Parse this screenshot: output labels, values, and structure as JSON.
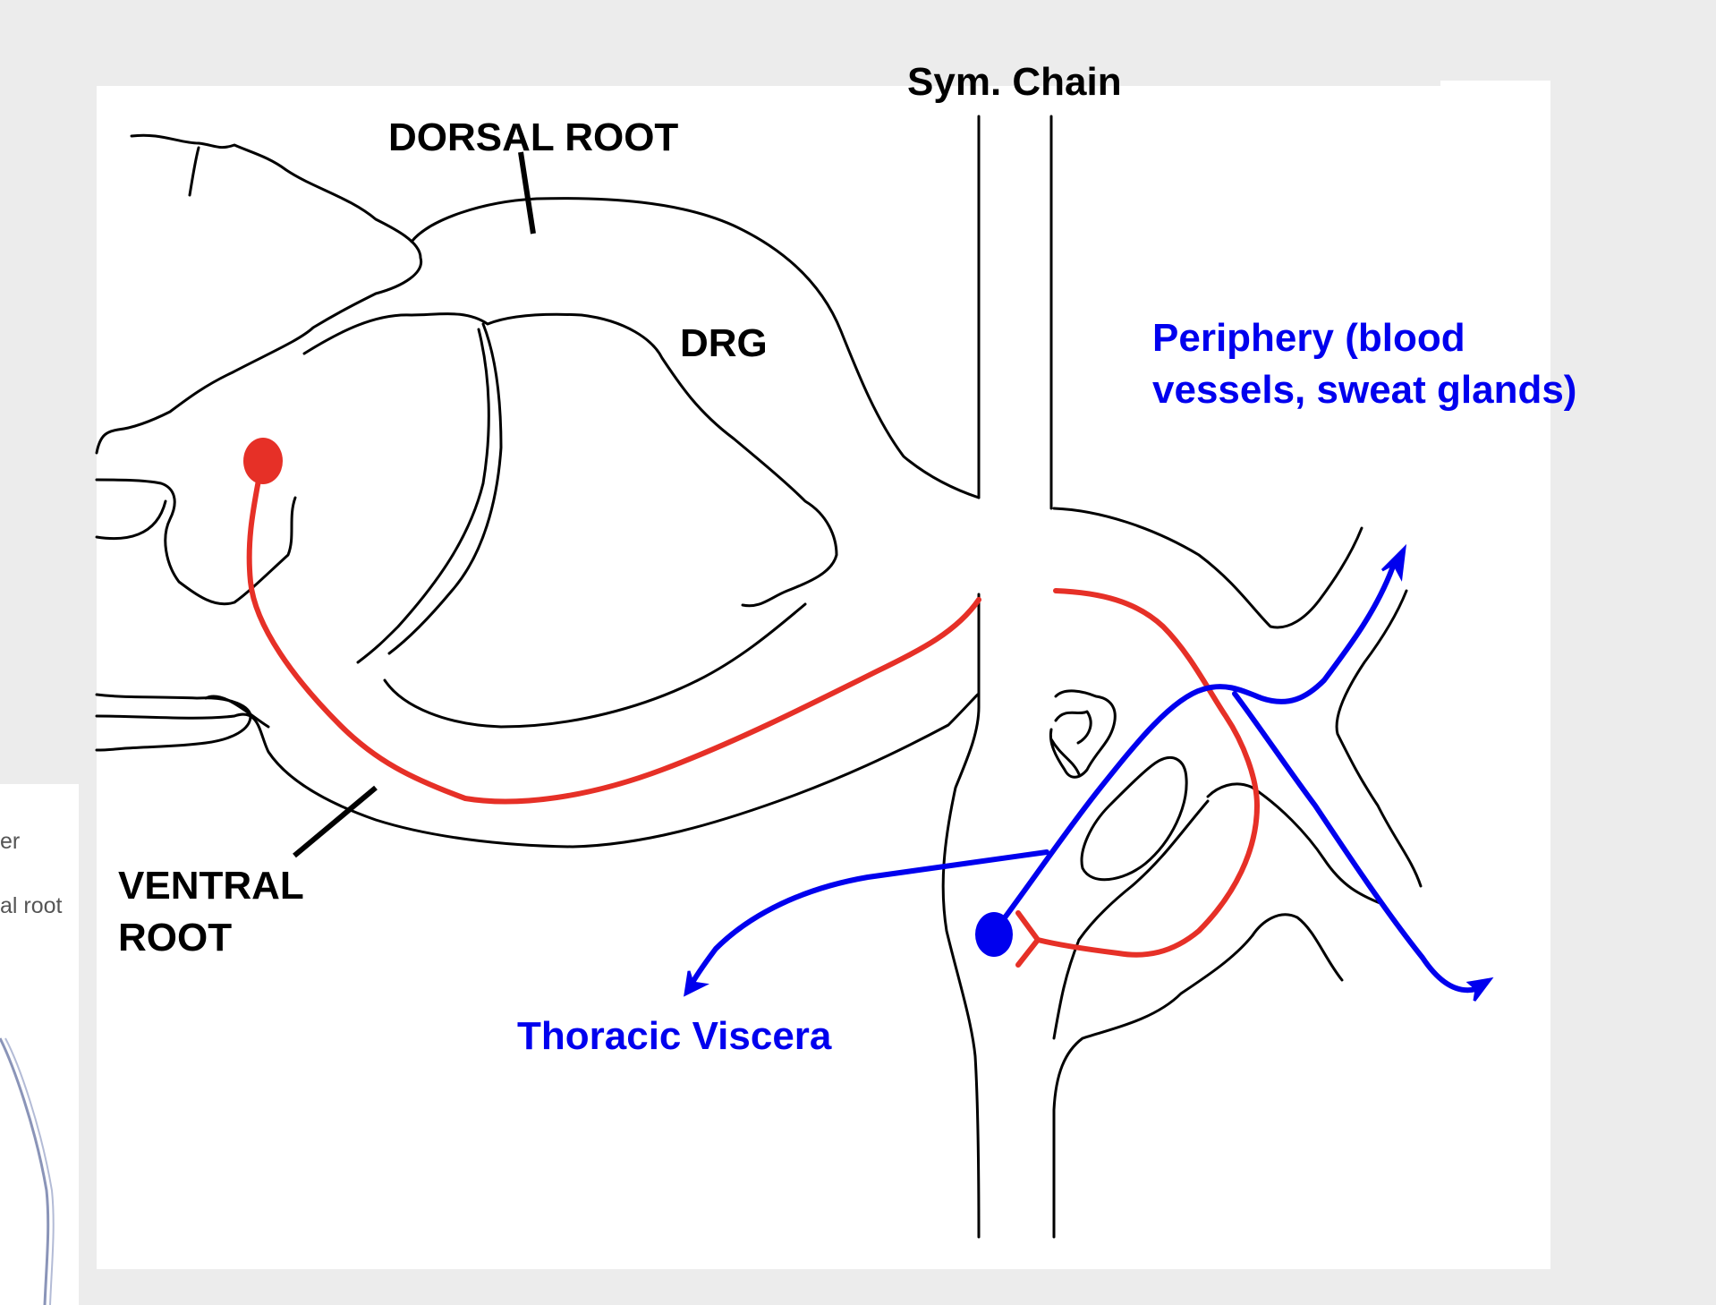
{
  "labels": {
    "sym_chain": "Sym. Chain",
    "dorsal_root": "DORSAL ROOT",
    "drg": "DRG",
    "periphery_line1": "Periphery (blood",
    "periphery_line2": "vessels, sweat glands)",
    "ventral_line1": "VENTRAL",
    "ventral_line2": "ROOT",
    "thoracic_viscera": "Thoracic Viscera"
  },
  "background_fragment": {
    "text_1": "er",
    "text_2": "al root"
  },
  "colors": {
    "background": "#ececec",
    "panel": "#ffffff",
    "outline": "#000000",
    "preganglionic": "#e63027",
    "postganglionic": "#0000ee"
  }
}
